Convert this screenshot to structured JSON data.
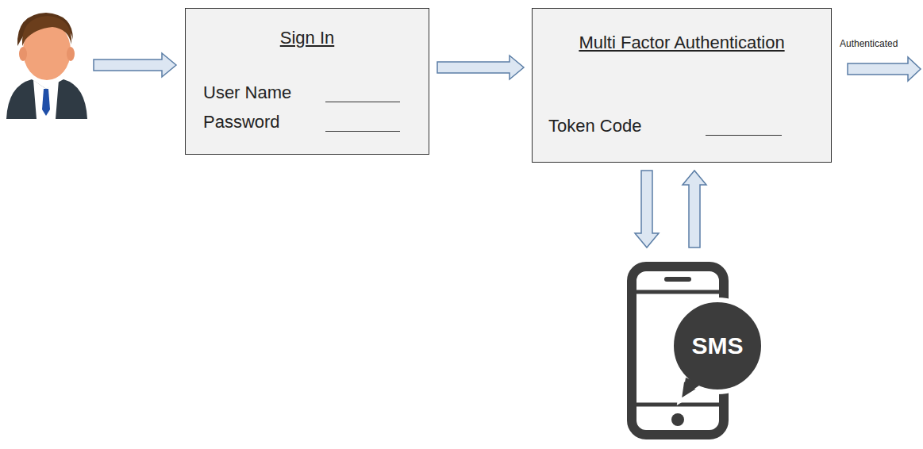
{
  "diagram": {
    "nodes": [
      {
        "text": [
          "Sign In",
          "User Name",
          "Password"
        ]
      },
      {
        "text": [
          "Multi Factor Authentication",
          "Token Code"
        ]
      },
      {
        "text": [
          "SMS"
        ]
      }
    ],
    "edges": [
      {
        "from": 0,
        "to": 1,
        "arrow": "to"
      },
      {
        "from": 1,
        "to": 2,
        "arrow": "to"
      },
      {
        "from": 2,
        "to": 1,
        "arrow": "to"
      }
    ],
    "labels": [
      "Authenticated"
    ]
  }
}
